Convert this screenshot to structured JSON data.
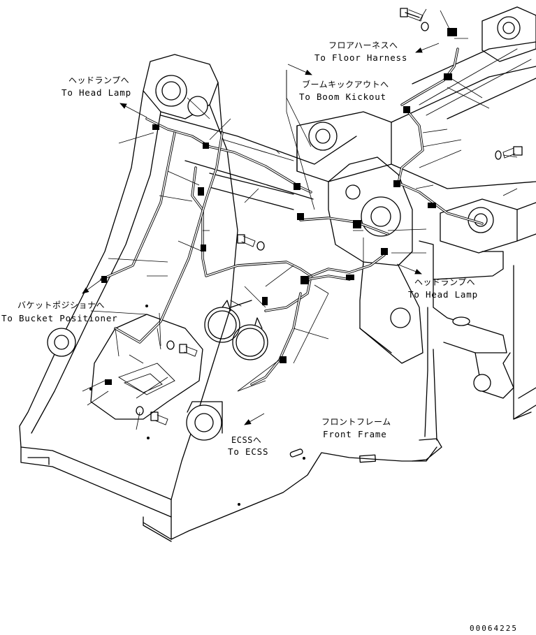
{
  "labels": {
    "head_lamp_left": {
      "jp": "ヘッドランプへ",
      "en": "To Head Lamp"
    },
    "floor_harness": {
      "jp": "フロアハーネスへ",
      "en": "To Floor Harness"
    },
    "boom_kickout": {
      "jp": "ブームキックアウトへ",
      "en": "To Boom Kickout"
    },
    "head_lamp_right": {
      "jp": "ヘッドランプへ",
      "en": "To Head Lamp"
    },
    "bucket_positioner": {
      "jp": "バケットポジショナへ",
      "en": "To Bucket Positioner"
    },
    "ecss": {
      "jp": "ECSSへ",
      "en": "To ECSS"
    },
    "front_frame": {
      "jp": "フロントフレーム",
      "en": "Front Frame"
    }
  },
  "drawing_number": "00064225"
}
